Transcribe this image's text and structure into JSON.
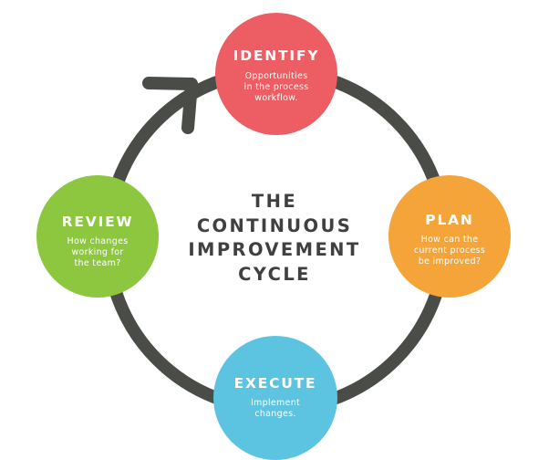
{
  "diagram": {
    "title_lines": [
      "THE",
      "CONTINUOUS",
      "IMPROVEMENT",
      "CYCLE"
    ],
    "ring_color": "#4a4c48",
    "stages": {
      "identify": {
        "title": "IDENTIFY",
        "desc": [
          "Opportunities",
          "in the process",
          "workflow."
        ],
        "color": "#ec5e63"
      },
      "plan": {
        "title": "PLAN",
        "desc": [
          "How can the",
          "current process",
          "be improved?"
        ],
        "color": "#f5a43a"
      },
      "execute": {
        "title": "EXECUTE",
        "desc": [
          "Implement",
          "changes."
        ],
        "color": "#5cc4e0"
      },
      "review": {
        "title": "REVIEW",
        "desc": [
          "How changes",
          "working for",
          "the team?"
        ],
        "color": "#8dc63f"
      }
    }
  }
}
